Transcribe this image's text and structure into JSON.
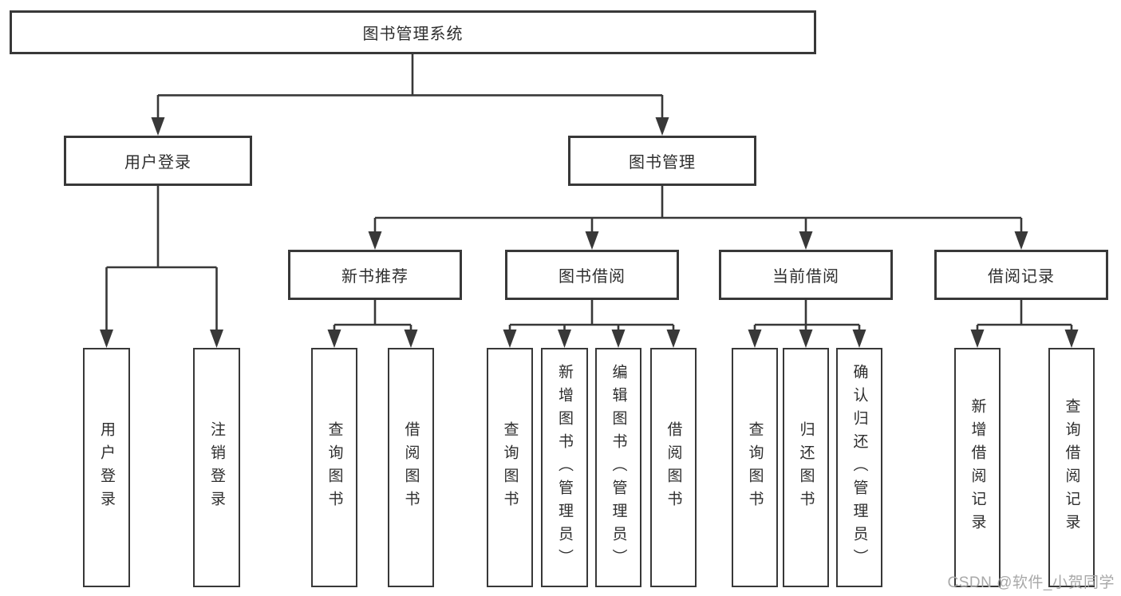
{
  "colors": {
    "line_color": "#383838",
    "text_color": "#2e2e2e",
    "watermark_color": "#a8a8a8"
  },
  "tree": {
    "root": {
      "label": "图书管理系统"
    },
    "children": [
      {
        "label": "用户登录",
        "children": [
          {
            "label": "用户登录"
          },
          {
            "label": "注销登录"
          }
        ]
      },
      {
        "label": "图书管理",
        "children": [
          {
            "label": "新书推荐",
            "children": [
              {
                "label": "查询图书"
              },
              {
                "label": "借阅图书"
              }
            ]
          },
          {
            "label": "图书借阅",
            "children": [
              {
                "label": "查询图书"
              },
              {
                "label": "新增图书（管理员）"
              },
              {
                "label": "编辑图书（管理员）"
              },
              {
                "label": "借阅图书"
              }
            ]
          },
          {
            "label": "当前借阅",
            "children": [
              {
                "label": "查询图书"
              },
              {
                "label": "归还图书"
              },
              {
                "label": "确认归还（管理员）"
              }
            ]
          },
          {
            "label": "借阅记录",
            "children": [
              {
                "label": "新增借阅记录"
              },
              {
                "label": "查询借阅记录"
              }
            ]
          }
        ]
      }
    ]
  },
  "watermark": {
    "text": "CSDN @软件_小贺同学"
  }
}
